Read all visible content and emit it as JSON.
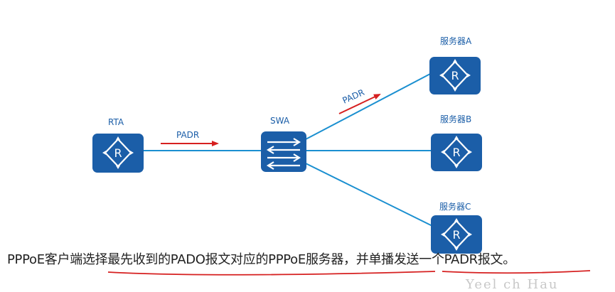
{
  "nodes": {
    "rta": {
      "label": "RTA",
      "icon": "router-icon"
    },
    "swa": {
      "label": "SWA",
      "icon": "switch-icon"
    },
    "server_a": {
      "label": "服务器A",
      "icon": "router-icon"
    },
    "server_b": {
      "label": "服务器B",
      "icon": "router-icon"
    },
    "server_c": {
      "label": "服务器C",
      "icon": "router-icon"
    }
  },
  "messages": {
    "rta_to_swa": "PADR",
    "swa_to_server_a": "PADR"
  },
  "caption": "PPPoE客户端选择最先收到的PADO报文对应的PPPoE服务器，并单播发送一个PADR报文。",
  "watermark": "Yeel ch Hau",
  "colors": {
    "device": "#1b5ea8",
    "link": "#1a8fd0",
    "arrow": "#d62020",
    "underline": "#d62020"
  }
}
